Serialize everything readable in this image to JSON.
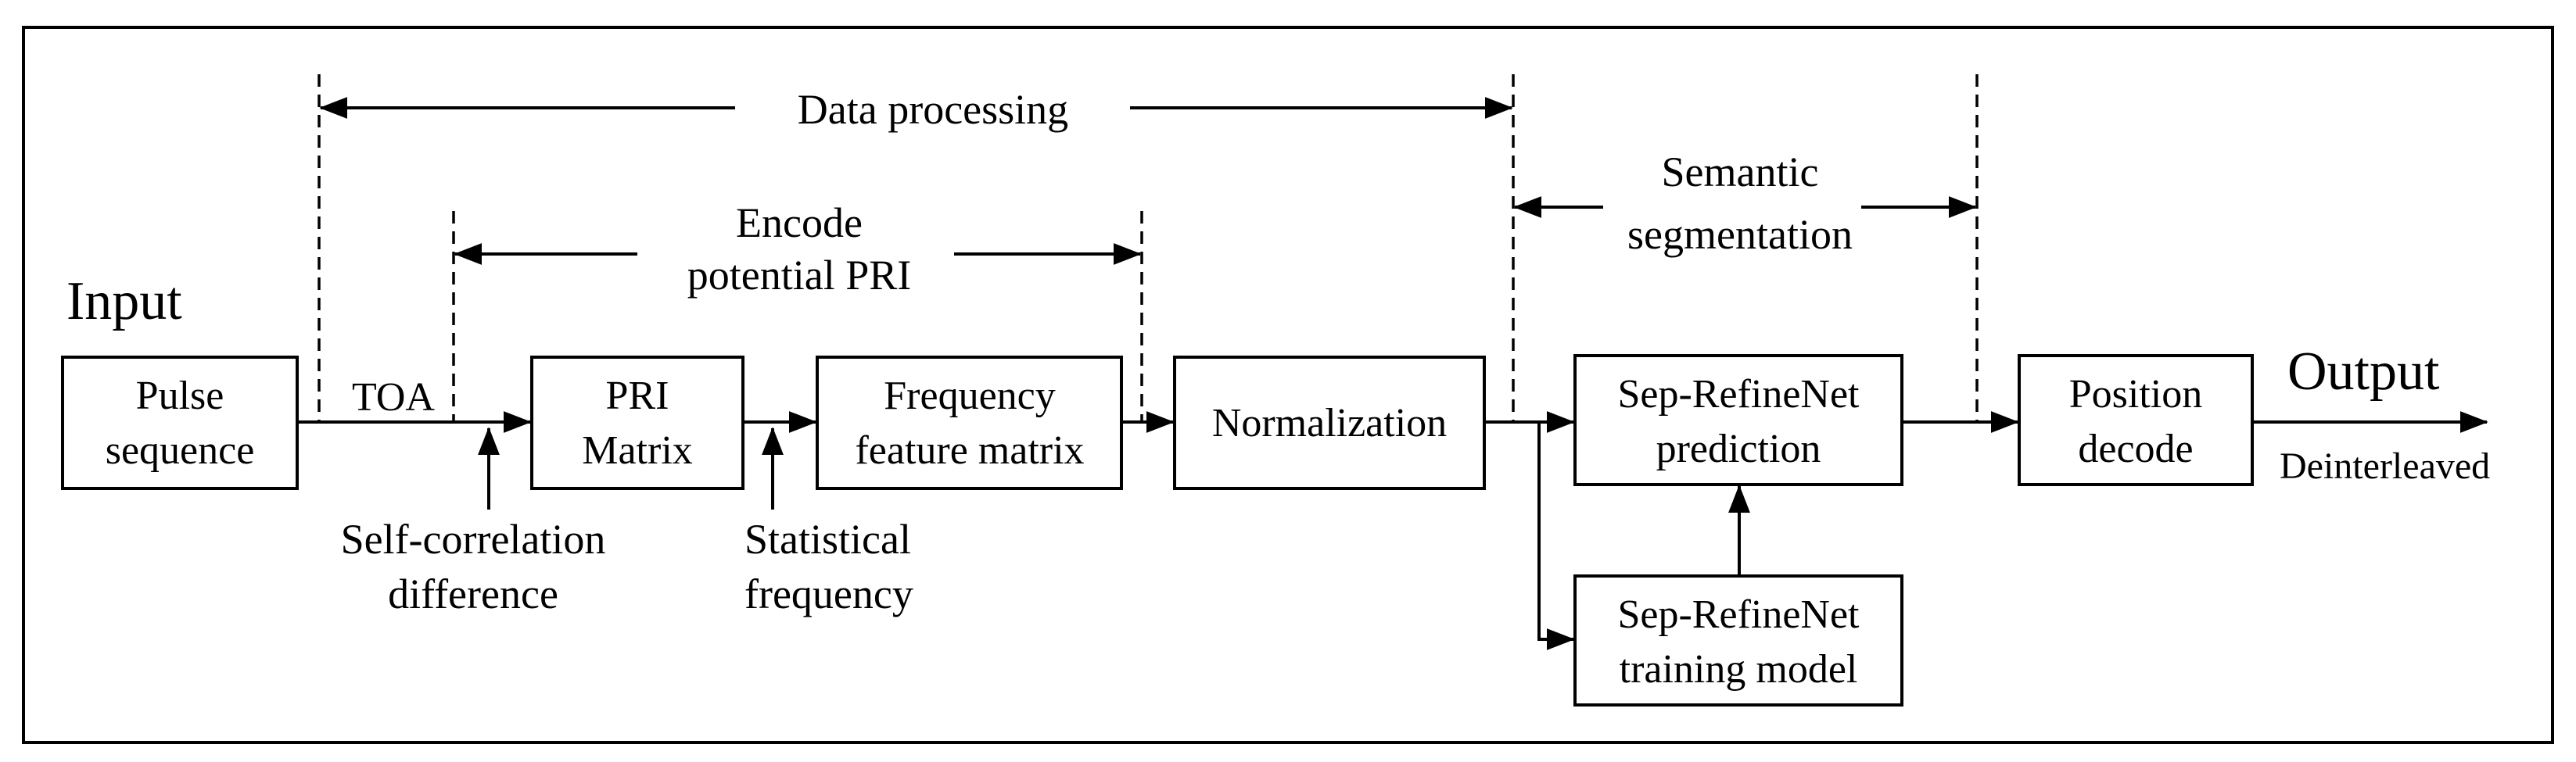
{
  "labels": {
    "input": "Input",
    "output": "Output",
    "deinterleaved": "Deinterleaved",
    "toa": "TOA",
    "data_processing": "Data processing",
    "encode_line1": "Encode",
    "encode_line2": "potential PRI",
    "semantic_line1": "Semantic",
    "semantic_line2": "segmentation",
    "selfcorr_line1": "Self-correlation",
    "selfcorr_line2": "difference",
    "statfreq_line1": "Statistical",
    "statfreq_line2": "frequency"
  },
  "boxes": {
    "pulse": [
      "Pulse",
      "sequence"
    ],
    "pri": [
      "PRI",
      "Matrix"
    ],
    "freq": [
      "Frequency",
      "feature matrix"
    ],
    "norm": [
      "Normalization"
    ],
    "pred": [
      "Sep-RefineNet",
      "prediction"
    ],
    "train": [
      "Sep-RefineNet",
      "training model"
    ],
    "decode": [
      "Position",
      "decode"
    ]
  }
}
